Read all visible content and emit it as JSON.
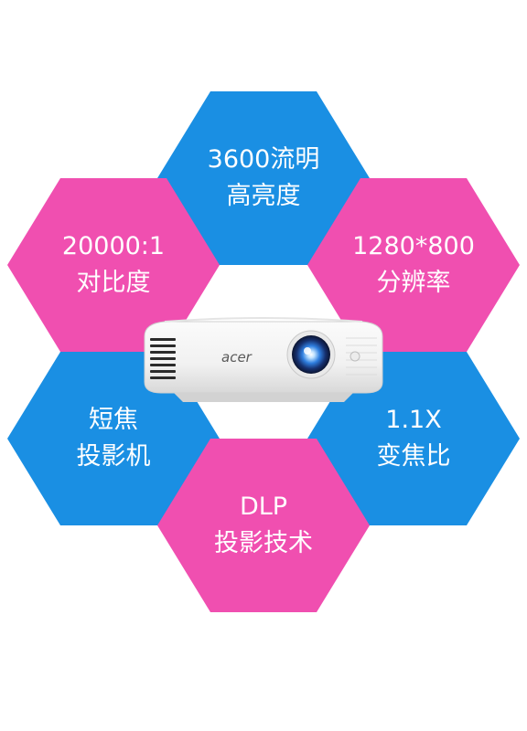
{
  "hexagons": {
    "top": {
      "line1": "3600流明",
      "line2": "高亮度",
      "color": "#1a8fe3"
    },
    "left_upper": {
      "line1": "20000:1",
      "line2": "对比度",
      "color": "#f04fb0"
    },
    "right_upper": {
      "line1": "1280*800",
      "line2": "分辨率",
      "color": "#f04fb0"
    },
    "left_lower": {
      "line1": "短焦",
      "line2": "投影机",
      "color": "#1a8fe3"
    },
    "right_lower": {
      "line1": "1.1X",
      "line2": "变焦比",
      "color": "#1a8fe3"
    },
    "bottom": {
      "line1": "DLP",
      "line2": "投影技术",
      "color": "#f04fb0"
    }
  },
  "projector": {
    "brand": "acer"
  }
}
